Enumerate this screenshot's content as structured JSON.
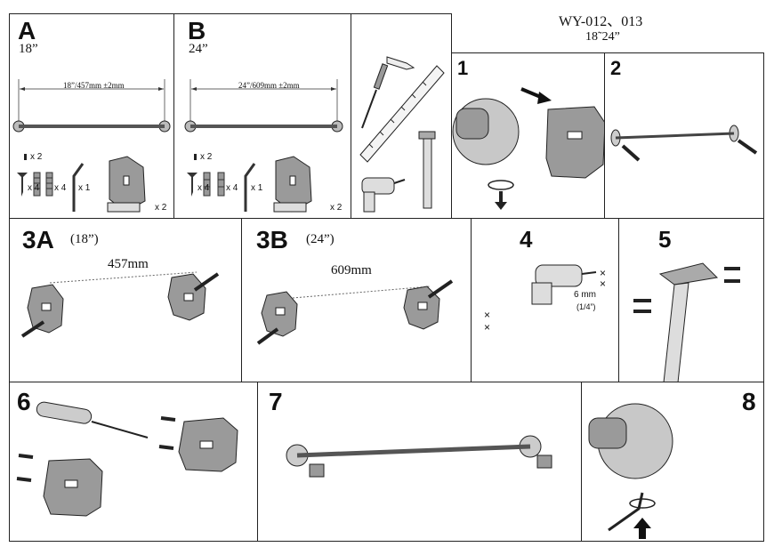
{
  "header": {
    "model": "WY-012、013",
    "size_range": "18˜24”"
  },
  "panelA": {
    "letter": "A",
    "size": "18”",
    "dimension": "18”/457mm ±2mm",
    "qty_plug_small": "x 2",
    "qty_screw": "x 4",
    "qty_anchor": "x 4",
    "qty_key": "x 1",
    "qty_bracket": "x 2"
  },
  "panelB": {
    "letter": "B",
    "size": "24”",
    "dimension": "24”/609mm ±2mm",
    "qty_plug_small": "x 2",
    "qty_screw": "x 4",
    "qty_anchor": "x 4",
    "qty_key": "x 1",
    "qty_bracket": "x 2"
  },
  "step1": {
    "num": "1"
  },
  "step2": {
    "num": "2"
  },
  "step3A": {
    "num": "3A",
    "size": "(18”)",
    "distance": "457mm"
  },
  "step3B": {
    "num": "3B",
    "size": "(24”)",
    "distance": "609mm"
  },
  "step4": {
    "num": "4",
    "drill_size": "6 mm",
    "drill_size_in": "(1/4”)"
  },
  "step5": {
    "num": "5"
  },
  "step6": {
    "num": "6"
  },
  "step7": {
    "num": "7"
  },
  "step8": {
    "num": "8"
  },
  "icons": [
    "screwdriver-icon",
    "ruler-icon",
    "pencil-icon",
    "hammer-icon",
    "drill-icon",
    "allen-key-icon",
    "wall-bracket-icon",
    "towel-bar-icon",
    "screw-icon",
    "wall-anchor-icon",
    "rotate-arrow-icon",
    "arrow-icon"
  ]
}
